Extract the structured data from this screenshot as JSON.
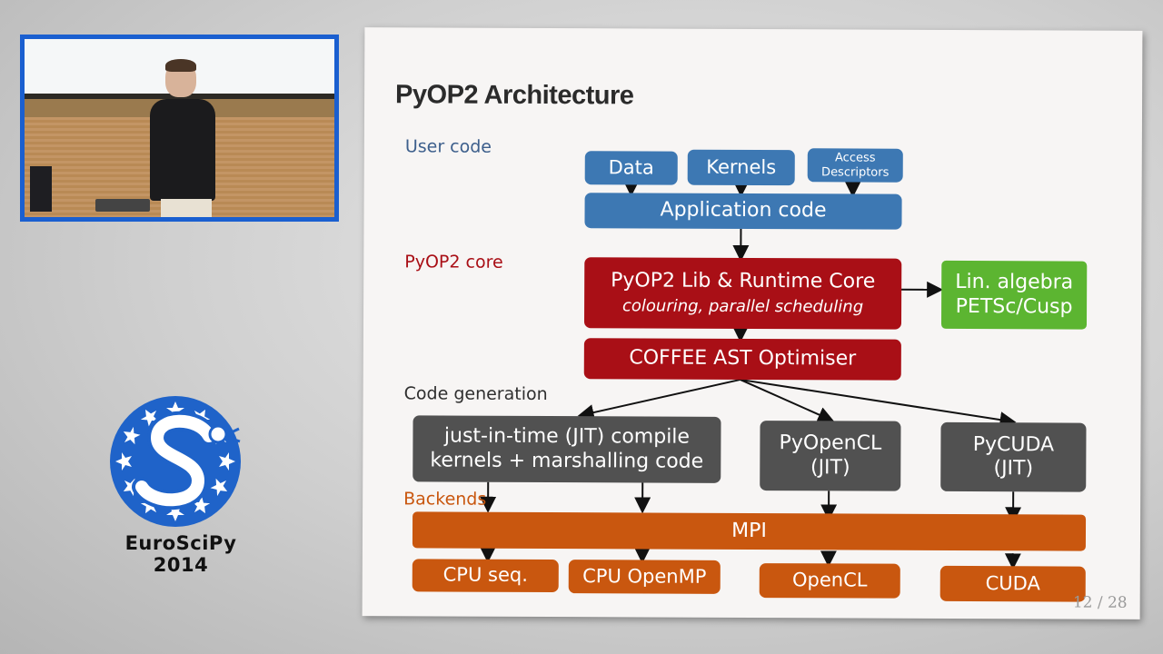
{
  "logo": {
    "title": "EuroSciPy 2014",
    "icon": "euroscipy-snake-logo"
  },
  "slide": {
    "title": "PyOP2 Architecture",
    "page": "12 / 28",
    "sections": {
      "user_code": "User code",
      "core": "PyOP2 core",
      "codegen": "Code generation",
      "backends": "Backends"
    },
    "boxes": {
      "data": "Data",
      "kernels": "Kernels",
      "access_descriptors_1": "Access",
      "access_descriptors_2": "Descriptors",
      "application_code": "Application code",
      "runtime_core_1": "PyOP2 Lib & Runtime Core",
      "runtime_core_2": "colouring, parallel scheduling",
      "linalg_1": "Lin. algebra",
      "linalg_2": "PETSc/Cusp",
      "coffee": "COFFEE AST Optimiser",
      "jit_1": "just-in-time (JIT) compile",
      "jit_2": "kernels + marshalling code",
      "pyopencl_1": "PyOpenCL",
      "pyopencl_2": "(JIT)",
      "pycuda_1": "PyCUDA",
      "pycuda_2": "(JIT)",
      "mpi": "MPI",
      "cpu_seq": "CPU seq.",
      "cpu_openmp": "CPU OpenMP",
      "opencl": "OpenCL",
      "cuda": "CUDA"
    },
    "colors": {
      "user": "#3d78b3",
      "core": "#a90f16",
      "linalg": "#5cb531",
      "codegen": "#515151",
      "backend": "#c9570f"
    }
  }
}
